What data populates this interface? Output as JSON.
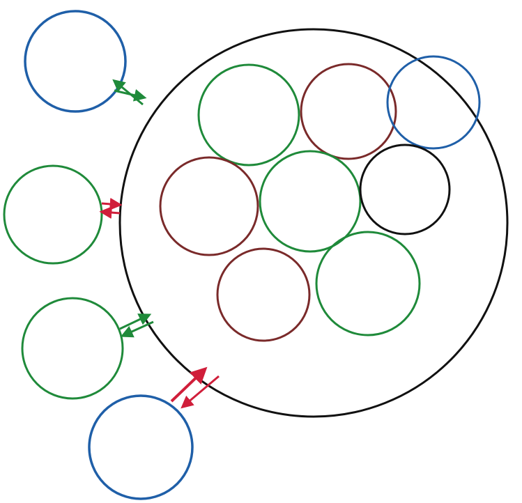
{
  "colors": {
    "ink": "#2b2f8f",
    "outline": "#111111",
    "green": "#1f8a3a",
    "maroon": "#7a2a2a",
    "blue": "#1f5fa8",
    "red": "#d01e3a"
  },
  "diagram": {
    "type": "venn-style circle diagram with arrows",
    "main_circle_label": "",
    "inner_nodes": [
      {
        "label": "",
        "color": "green"
      },
      {
        "label": "",
        "color": "maroon"
      },
      {
        "label": "",
        "color": "blue"
      },
      {
        "label": "",
        "color": "maroon"
      },
      {
        "label": "",
        "color": "green"
      },
      {
        "label": "",
        "color": "black"
      },
      {
        "label": "",
        "color": "maroon"
      },
      {
        "label": "",
        "color": "green"
      }
    ],
    "outer_nodes": [
      {
        "label": "",
        "color": "blue"
      },
      {
        "label": "",
        "color": "green"
      },
      {
        "label": "",
        "color": "green"
      },
      {
        "label": "",
        "color": "blue"
      }
    ],
    "arrows": [
      {
        "color": "green",
        "direction": "two-way"
      },
      {
        "color": "red",
        "direction": "two-way"
      },
      {
        "color": "green",
        "direction": "two-way"
      },
      {
        "color": "red",
        "direction": "two-way"
      }
    ]
  }
}
